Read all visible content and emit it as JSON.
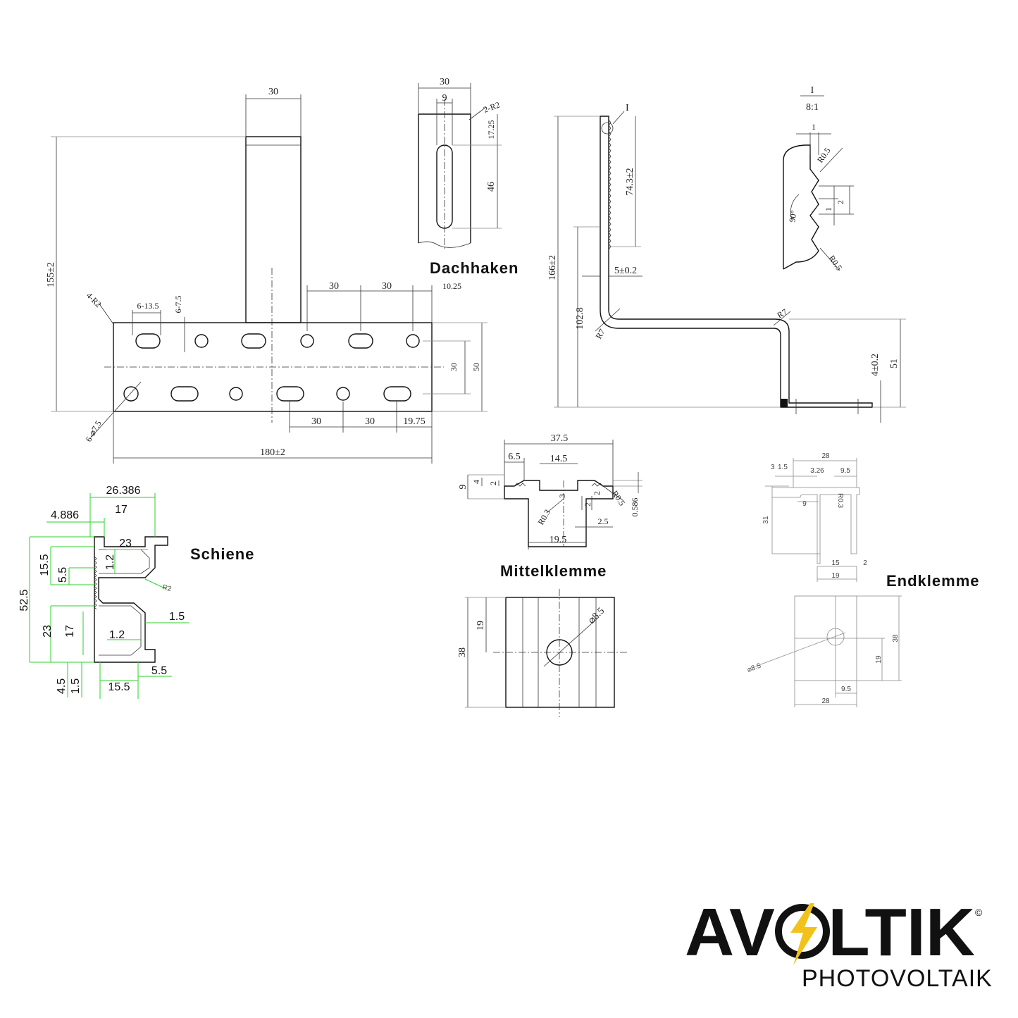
{
  "captions": {
    "dachhaken": "Dachhaken",
    "schiene": "Schiene",
    "mittelklemme": "Mittelklemme",
    "endklemme": "Endklemme"
  },
  "dachhaken_plan": {
    "top_width": "30",
    "height": "155±2",
    "corner_radius": "4-R2",
    "slot_width": "6-13.5",
    "slot_height": "6-7.5",
    "spacing_top_1": "30",
    "spacing_top_2": "30",
    "offset_top": "10.25",
    "row_spacing": "30",
    "plate_height": "50",
    "hole_diameter": "6-⌀7.5",
    "spacing_bottom_1": "30",
    "spacing_bottom_2": "30",
    "offset_bottom": "19.75",
    "total_length": "180±2"
  },
  "dachhaken_slot_detail": {
    "width": "30",
    "slot_offset": "9",
    "corner_radius": "2-R2",
    "slot_top": "17.25",
    "slot_length": "46"
  },
  "dachhaken_side": {
    "detail_marker": "I",
    "total_height": "166±2",
    "serration_length": "74.3±2",
    "thickness": "5±0.2",
    "lower_height": "102.8",
    "bend_radius_left": "R7",
    "bend_radius_right": "R7",
    "foot_height": "51",
    "foot_thickness": "4±0.2"
  },
  "detail_I": {
    "label": "I",
    "scale": "8:1",
    "pitch": "1",
    "radius_top": "R0.5",
    "depth_1": "1",
    "depth_2": "2",
    "angle": "90°",
    "radius_bottom": "R0.5"
  },
  "schiene": {
    "overall_width": "26.386",
    "offset": "4.886",
    "top_opening": "17",
    "upper_channel": "23",
    "height": "52.5",
    "upper_depth": "15.5",
    "upper_inner": "5.5",
    "wall_upper": "1.2",
    "radius": "R2",
    "lower_channel": "23",
    "lower_inner": "17",
    "wall_lower": "1.2",
    "flange_right": "1.5",
    "bottom_offset": "4.5",
    "bottom_wall": "1.5",
    "bottom_opening": "15.5",
    "bottom_right": "5.5"
  },
  "mittelklemme": {
    "total_width": "37.5",
    "lip": "6.5",
    "center_width": "14.5",
    "height": "9",
    "step_height": "4",
    "step_small": "2",
    "radius_inner": "R0.3",
    "web": "3",
    "groove_1": "2",
    "groove_2": "2",
    "radius_outer": "R0.5",
    "tip": "0.586",
    "offset": "2.5",
    "base_width": "19.5",
    "plan_height": "38",
    "plan_half": "19",
    "hole": "⌀8.5"
  },
  "endklemme": {
    "total_width": "28",
    "top_3": "3",
    "top_1_5": "1.5",
    "offset": "3.26",
    "right_width": "9.5",
    "radius": "R0.3",
    "left_inner": "9",
    "height": "31",
    "inner_width": "15",
    "wall": "2",
    "base_width": "19",
    "hole": "⌀8.5",
    "plan_height": "38",
    "plan_half": "19",
    "plan_offset": "9.5",
    "plan_width": "28"
  },
  "logo": {
    "brand": "AVOLTIK",
    "sub": "PHOTOVOLTAIK",
    "mark": "©",
    "accent_color": "#f2c21b"
  }
}
